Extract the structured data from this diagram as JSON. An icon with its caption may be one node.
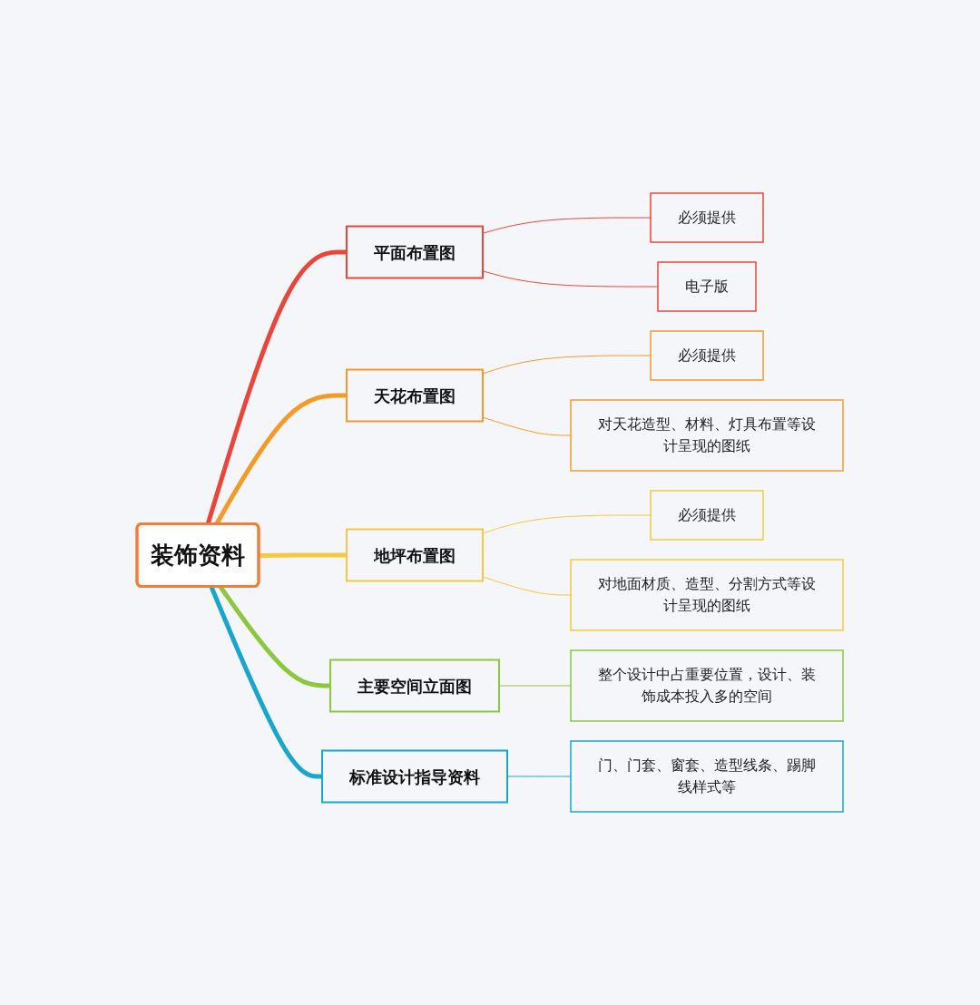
{
  "diagram": {
    "nodes": [
      {
        "text": [
          "装饰资料"
        ]
      },
      {
        "text": [
          "平面布置图"
        ]
      },
      {
        "text": [
          "必须提供"
        ]
      },
      {
        "text": [
          "电子版"
        ]
      },
      {
        "text": [
          "天花布置图"
        ]
      },
      {
        "text": [
          "必须提供"
        ]
      },
      {
        "text": [
          "对天花造型、材料、灯具布置等设计呈现的图纸"
        ]
      },
      {
        "text": [
          "地坪布置图"
        ]
      },
      {
        "text": [
          "必须提供"
        ]
      },
      {
        "text": [
          "对地面材质、造型、分割方式等设计呈现的图纸"
        ]
      },
      {
        "text": [
          "主要空间立面图"
        ]
      },
      {
        "text": [
          "整个设计中占重要位置，设计、装饰成本投入多的空间"
        ]
      },
      {
        "text": [
          "标准设计指导资料"
        ]
      },
      {
        "text": [
          "门、门套、窗套、造型线条、踢脚线样式等"
        ]
      }
    ],
    "edges": [
      {
        "from": 0,
        "to": 1,
        "arrow": "none",
        "style": "thick",
        "color": "#e8463a"
      },
      {
        "from": 1,
        "to": 2,
        "arrow": "none",
        "color": "#e8463a"
      },
      {
        "from": 1,
        "to": 3,
        "arrow": "none",
        "color": "#e8463a"
      },
      {
        "from": 0,
        "to": 4,
        "arrow": "none",
        "style": "thick",
        "color": "#f39a2b"
      },
      {
        "from": 4,
        "to": 5,
        "arrow": "none",
        "color": "#f39a2b"
      },
      {
        "from": 4,
        "to": 6,
        "arrow": "none",
        "color": "#f39a2b"
      },
      {
        "from": 0,
        "to": 7,
        "arrow": "none",
        "style": "thick",
        "color": "#f5c842"
      },
      {
        "from": 7,
        "to": 8,
        "arrow": "none",
        "color": "#f5c842"
      },
      {
        "from": 7,
        "to": 9,
        "arrow": "none",
        "color": "#f5c842"
      },
      {
        "from": 0,
        "to": 10,
        "arrow": "none",
        "style": "thick",
        "color": "#8dc63f"
      },
      {
        "from": 10,
        "to": 11,
        "arrow": "none",
        "color": "#8dc63f"
      },
      {
        "from": 0,
        "to": 12,
        "arrow": "none",
        "style": "thick",
        "color": "#1aa6c8"
      },
      {
        "from": 12,
        "to": 13,
        "arrow": "none",
        "color": "#1aa6c8"
      }
    ]
  }
}
